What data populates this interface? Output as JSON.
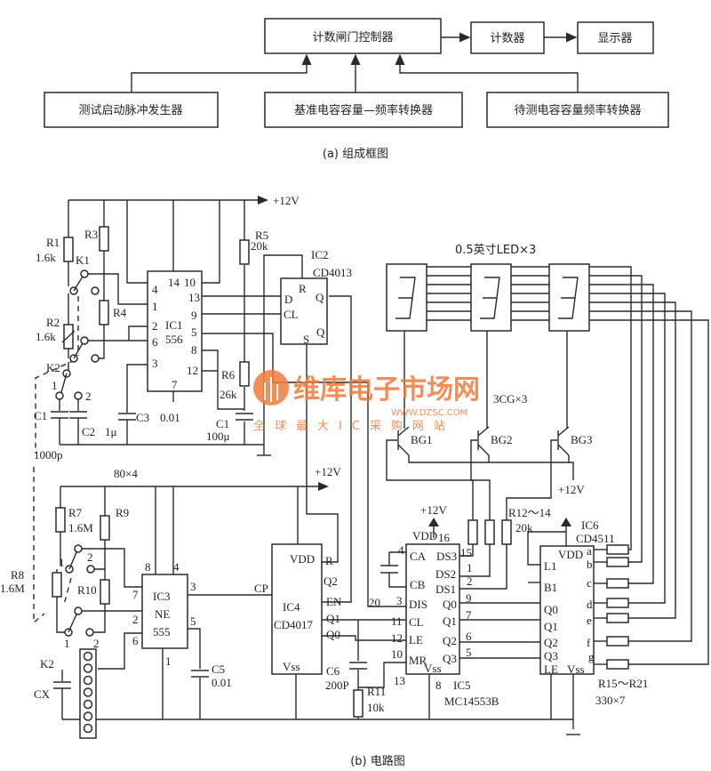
{
  "block_diagram": {
    "boxes": {
      "gate_controller": "计数闸门控制器",
      "counter": "计数器",
      "display": "显示器",
      "pulse_generator": "测试启动脉冲发生器",
      "reference_converter": "基准电容容量—频率转换器",
      "test_converter": "待测电容容量频率转换器"
    },
    "caption": "(a) 组成框图"
  },
  "circuit": {
    "caption": "(b) 电路图",
    "labels": {
      "v12_top": "+12V",
      "r1": "R1",
      "r1_val": "1.6k",
      "k1": "K1",
      "r3": "R3",
      "r4": "R4",
      "r2": "R2",
      "r2_val": "1.6k",
      "k2_top": "K2",
      "k2_1": "1",
      "k2_2": "2",
      "c1_left": "C1",
      "c2": "C2",
      "c2_val": "1μ",
      "c3": "C3",
      "c3_val": "0.01",
      "c1_left_val": "1000p",
      "ic1": "IC1",
      "ic1_type": "556",
      "ic1_p4": "4",
      "ic1_p1": "1",
      "ic1_p2": "2",
      "ic1_p6": "6",
      "ic1_p3": "3",
      "ic1_p14": "14",
      "ic1_p10": "10",
      "ic1_p13": "13",
      "ic1_p9": "9",
      "ic1_p5": "5",
      "ic1_p8": "8",
      "ic1_p12": "12",
      "ic1_p7": "7",
      "r5": "R5",
      "r5_val": "20k",
      "r6": "R6",
      "r6_val": "26k",
      "c1_right": "C1",
      "c1_right_val": "100μ",
      "ic2": "IC2",
      "ic2_type": "CD4013",
      "ic2_d": "D",
      "ic2_r": "R",
      "ic2_q": "Q",
      "ic2_cl": "CL",
      "ic2_s": "S",
      "ic2_qn": "Q",
      "led_title": "0.5英寸LED×3",
      "transistors": "3CG×3",
      "bg1": "BG1",
      "bg2": "BG2",
      "bg3": "BG3",
      "v12_bottom": "+12V",
      "rail_note": "80×4",
      "r7": "R7",
      "r7_val": "1.6M",
      "r9": "R9",
      "r8": "R8",
      "r8_val": "1.6M",
      "r10": "R10",
      "sw_1a": "1",
      "sw_2a": "2",
      "sw_1b": "1",
      "sw_2b": "2",
      "k2_bottom": "K2",
      "cx": "CX",
      "ic3": "IC3",
      "ic3_type1": "NE",
      "ic3_type2": "555",
      "ic3_p8": "8",
      "ic3_p4": "4",
      "ic3_p7": "7",
      "ic3_p2": "2",
      "ic3_p6": "6",
      "ic3_p3": "3",
      "ic3_p5": "5",
      "ic3_p1": "1",
      "c5": "C5",
      "c5_val": "0.01",
      "ic4": "IC4",
      "ic4_type": "CD4017",
      "ic4_vdd": "VDD",
      "ic4_r": "R",
      "ic4_q2": "Q2",
      "ic4_en": "EN",
      "ic4_q1": "Q1",
      "ic4_q0": "Q0",
      "ic4_vss": "Vss",
      "ic4_cp": "CP",
      "c6": "C6",
      "c6_val": "200P",
      "r11": "R11",
      "r11_val": "10k",
      "v12_ic5": "+12V",
      "ic5": "IC5",
      "ic5_type": "MC14553B",
      "ic5_vdd": "VDD",
      "ic5_p16": "16",
      "ic5_ca": "CA",
      "ic5_cb": "CB",
      "ic5_dis": "DIS",
      "ic5_cl": "CL",
      "ic5_le": "LE",
      "ic5_mr": "MR",
      "ic5_vss": "Vss",
      "ic5_ds3": "DS3",
      "ic5_ds2": "DS2",
      "ic5_ds1": "DS1",
      "ic5_q0": "Q0",
      "ic5_q1": "Q1",
      "ic5_q2": "Q2",
      "ic5_q3": "Q3",
      "ic5_p4": "4",
      "ic5_p20": "20",
      "ic5_p3": "3",
      "ic5_p11": "11",
      "ic5_p12": "12",
      "ic5_p10": "10",
      "ic5_p13": "13",
      "ic5_p8": "8",
      "ic5_p15": "15",
      "ic5_p1": "1",
      "ic5_p2": "2",
      "ic5_p9": "9",
      "ic5_p7": "7",
      "ic5_p6": "6",
      "ic5_p5": "5",
      "r12_14": "R12～14",
      "r12_14_val": "20k",
      "v12_ic6": "+12V",
      "ic6": "IC6",
      "ic6_type": "CD4511",
      "ic6_vdd": "VDD",
      "ic6_l1": "L1",
      "ic6_b1": "B1",
      "ic6_q0": "Q0",
      "ic6_q1": "Q1",
      "ic6_q2": "Q2",
      "ic6_q3": "Q3",
      "ic6_le": "LE",
      "ic6_vss": "Vss",
      "seg_a": "a",
      "seg_b": "b",
      "seg_c": "c",
      "seg_d": "d",
      "seg_e": "e",
      "seg_f": "f",
      "seg_g": "g",
      "r15_21": "R15～R21",
      "r15_21_val": "330×7"
    }
  },
  "watermark": {
    "name": "维库电子市场网",
    "url": "WWW.DZSC.COM",
    "slogan": "全球最大IC采购网站",
    "color": "#f07a3a"
  }
}
